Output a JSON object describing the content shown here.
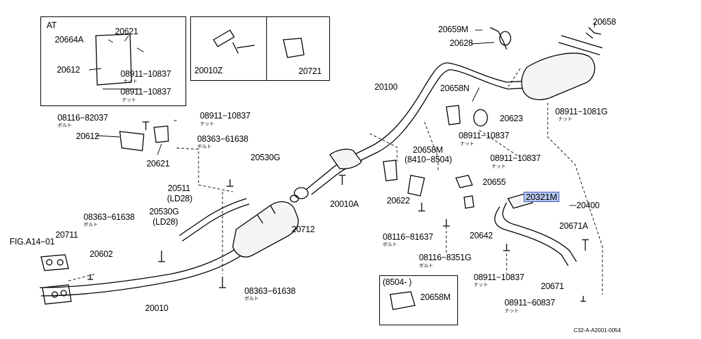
{
  "diagram": {
    "figure_code": "C32-A-A2001-0054",
    "insets": {
      "at_box": {
        "title": "AT"
      },
      "bracket_box": {
        "title": "(8504-      )"
      }
    },
    "highlight_color": "#b9c9f0",
    "labels": {
      "p20664A": "20664A",
      "p20621a": "20621",
      "p20612a": "20612",
      "p08911_a": "08911−10837",
      "nut_a": "ナット",
      "p08911_b": "08911−10837",
      "nut_b": "ナット",
      "p20010Z": "20010Z",
      "p20721": "20721",
      "p20659M": "20659M",
      "p20628": "20628",
      "p20658": "20658",
      "p20100": "20100",
      "p20658N": "20658N",
      "p20623": "20623",
      "p08911_1081G": "08911−1081G",
      "nut_c": "ナット",
      "p08116_82037": "08116−82037",
      "bolt_a": "ボルト",
      "p08911_c": "08911−10837",
      "nut_d": "ナット",
      "p20612b": "20612",
      "p20621b": "20621",
      "p08363_a": "08363−61638",
      "bolt_b": "ボルト",
      "p08911_d": "08911−10837",
      "nut_e": "ナット",
      "p20530G_a": "20530G",
      "p20658M": "20658M",
      "p8410_8504": "(8410−8504)",
      "p08911_e": "08911−10837",
      "nut_f": "ナット",
      "p20655": "20655",
      "p20511": "20511",
      "ld28_a": "(LD28)",
      "p20010A": "20010A",
      "p20622": "20622",
      "p20321M": "20321M",
      "p20400": "20400",
      "p08363_b": "08363−61638",
      "bolt_c": "ボルト",
      "p20530G_b": "20530G",
      "ld28_b": "(LD28)",
      "p20712": "20712",
      "p08116_81637": "08116−81637",
      "bolt_d": "ボルト",
      "p20642": "20642",
      "p20671A": "20671A",
      "fig_ref": "FIG.A14−01",
      "p20711": "20711",
      "p20602": "20602",
      "p08116_8351G": "08116−8351G",
      "bolt_e": "ボルト",
      "p08911_f": "08911−10837",
      "nut_g": "ナット",
      "p20671": "20671",
      "p08363_c": "08363−61638",
      "bolt_f": "ボルト",
      "p20658M_b": "20658M",
      "p08911_60837": "08911−60837",
      "nut_h": "ナット",
      "p20010": "20010"
    }
  }
}
